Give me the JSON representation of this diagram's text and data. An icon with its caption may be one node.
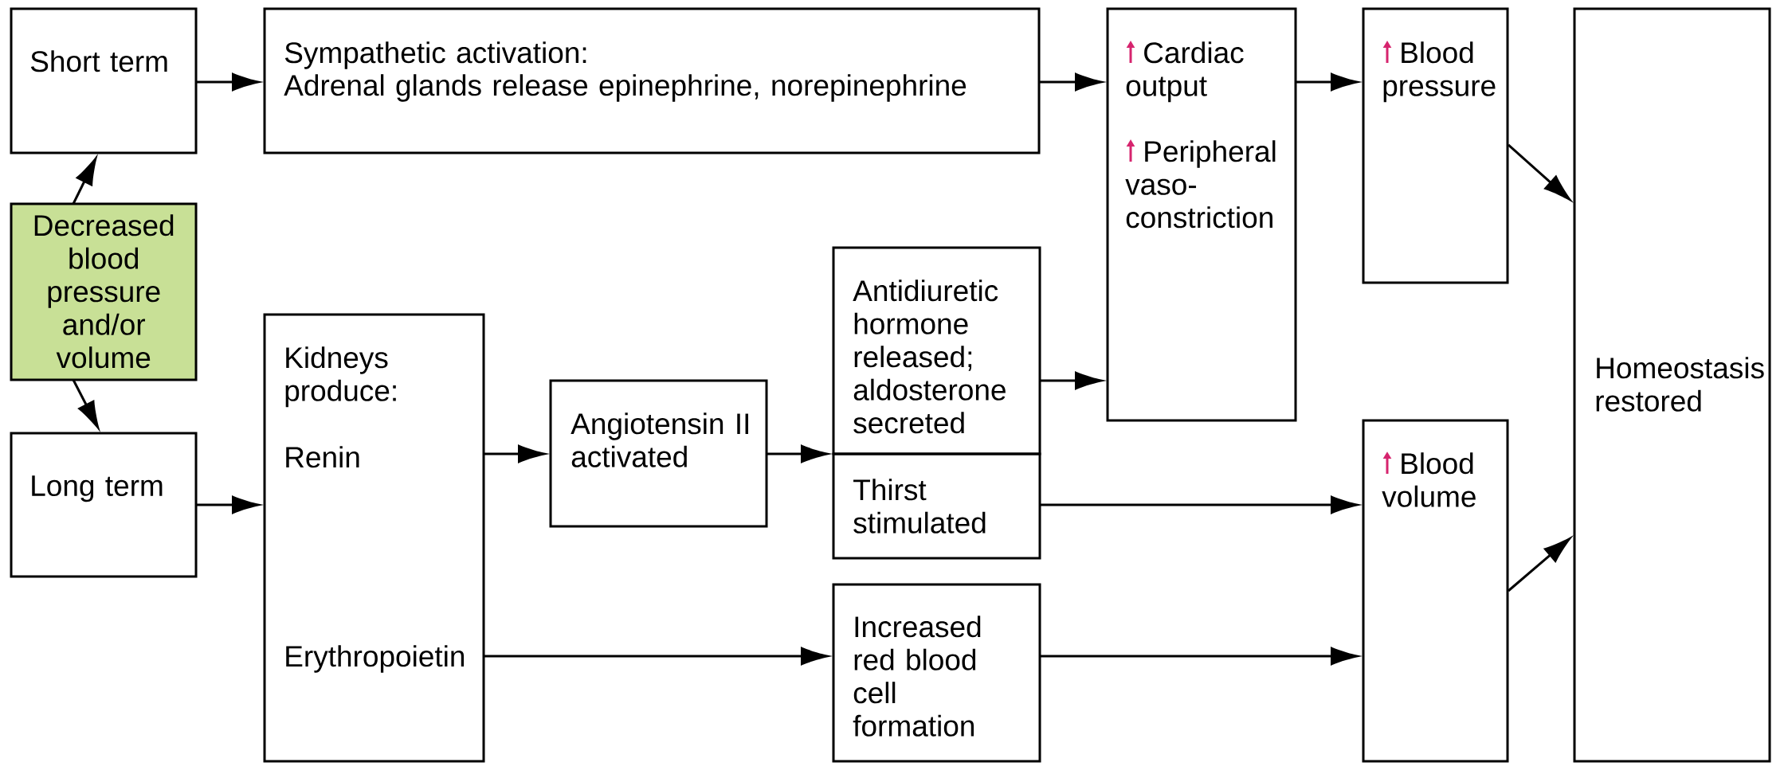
{
  "diagram": {
    "nodes": [
      {
        "text": [
          "Short term"
        ]
      },
      {
        "text": [
          "Sympathetic activation:",
          "Adrenal glands release epinephrine, norepinephrine"
        ]
      },
      {
        "text": [
          "Cardiac output",
          "Peripheral vaso-constriction"
        ]
      },
      {
        "text": [
          "Blood pressure"
        ]
      },
      {
        "text": [
          "Homeostasis restored"
        ]
      },
      {
        "text": [
          "Decreased blood pressure and/or volume"
        ]
      },
      {
        "text": [
          "Long term"
        ]
      },
      {
        "text": [
          "Kidneys produce:",
          "Renin",
          "Erythropoietin"
        ]
      },
      {
        "text": [
          "Angiotensin II activated"
        ]
      },
      {
        "text": [
          "Antidiuretic hormone released; aldosterone secreted"
        ]
      },
      {
        "text": [
          "Thirst stimulated"
        ]
      },
      {
        "text": [
          "Blood volume"
        ]
      },
      {
        "text": [
          "Increased red blood cell formation"
        ]
      }
    ],
    "edges": [
      {
        "from": 5,
        "to": 0,
        "arrow": "to"
      },
      {
        "from": 5,
        "to": 6,
        "arrow": "to"
      },
      {
        "from": 0,
        "to": 1,
        "arrow": "to"
      },
      {
        "from": 1,
        "to": 2,
        "arrow": "to"
      },
      {
        "from": 2,
        "to": 3,
        "arrow": "to"
      },
      {
        "from": 3,
        "to": 4,
        "arrow": "to"
      },
      {
        "from": 6,
        "to": 7,
        "arrow": "to"
      },
      {
        "from": 7,
        "to": 8,
        "arrow": "to"
      },
      {
        "from": 8,
        "to": 9,
        "arrow": "to"
      },
      {
        "from": 8,
        "to": 10,
        "arrow": "to"
      },
      {
        "from": 9,
        "to": 2,
        "arrow": "to"
      },
      {
        "from": 10,
        "to": 11,
        "arrow": "to"
      },
      {
        "from": 7,
        "to": 12,
        "arrow": "to"
      },
      {
        "from": 12,
        "to": 11,
        "arrow": "to"
      },
      {
        "from": 11,
        "to": 4,
        "arrow": "to"
      }
    ]
  }
}
